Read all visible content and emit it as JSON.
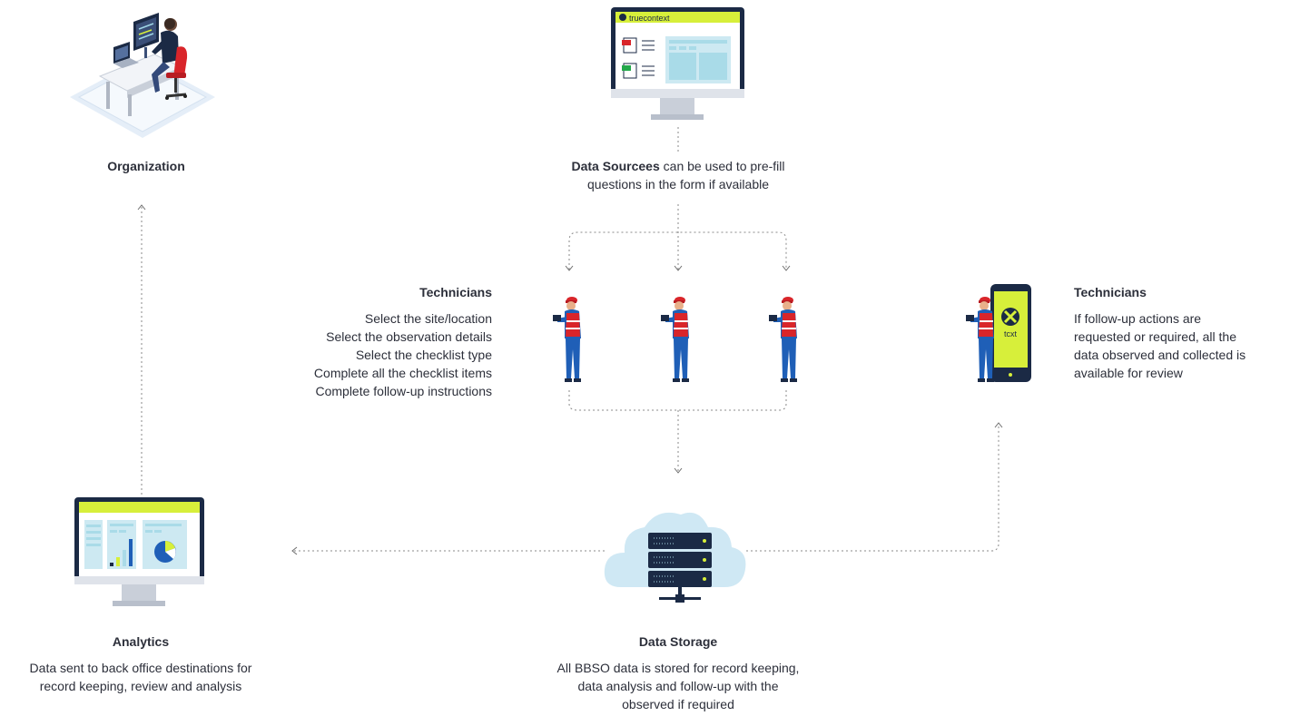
{
  "organization": {
    "title": "Organization"
  },
  "data_sources": {
    "title": "Data Sourcees",
    "text": " can be used to pre-fill",
    "text2": "questions in the form if available",
    "monitor_brand": "truecontext"
  },
  "technicians_left": {
    "title": "Technicians",
    "steps": [
      "Select the site/location",
      "Select the observation details",
      "Select the checklist type",
      "Complete all the checklist items",
      "Complete follow-up instructions"
    ]
  },
  "technicians_right": {
    "title": "Technicians",
    "lines": [
      "If follow-up actions are",
      "requested or required, all the",
      "data observed and collected is",
      "available for review"
    ],
    "phone_label": "tcxt"
  },
  "analytics": {
    "title": "Analytics",
    "lines": [
      "Data sent to back office destinations for",
      "record keeping, review and analysis"
    ]
  },
  "data_storage": {
    "title": "Data Storage",
    "lines": [
      "All BBSO data is stored for record keeping,",
      "data analysis and follow-up with the",
      "observed if required"
    ]
  },
  "colors": {
    "accent_lime": "#d7ef3a",
    "light_blue": "#a9dbe8",
    "navy": "#1b2a45",
    "worker_red": "#d9252a",
    "worker_blue": "#1f5fb7",
    "connector": "#777777"
  }
}
